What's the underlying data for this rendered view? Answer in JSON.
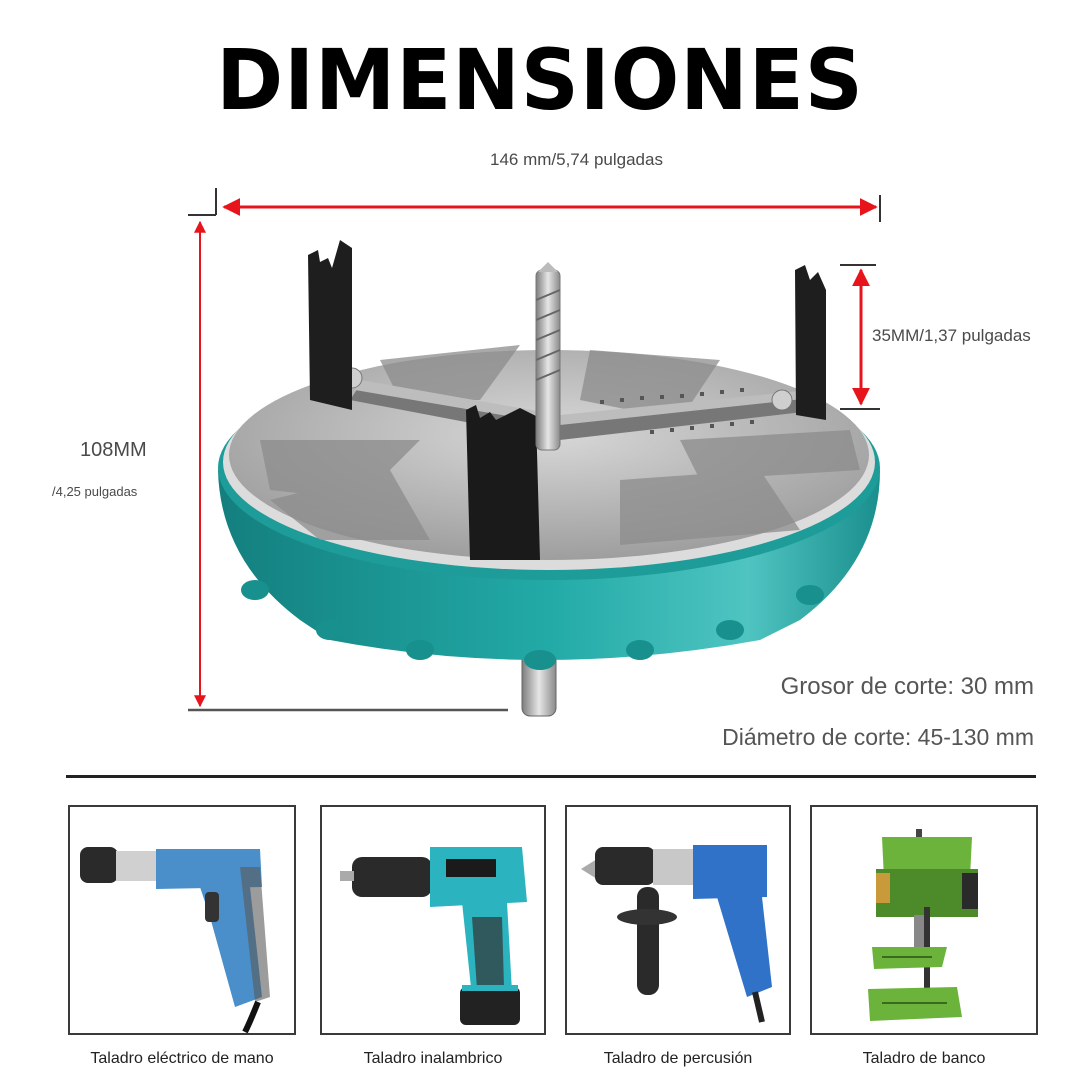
{
  "title": "DIMENSIONES",
  "dimensions": {
    "width_label": "146 mm/5,74 pulgadas",
    "height_label_mm": "108MM",
    "height_label_in": "/4,25 pulgadas",
    "blade_label": "35MM/1,37 pulgadas"
  },
  "specs": {
    "cut_thickness": "Grosor de corte: 30 mm",
    "cut_diameter": "Diámetro de corte: 45-130 mm"
  },
  "compatible_tools": [
    {
      "label": "Taladro eléctrico de mano",
      "icon": "corded-drill-icon"
    },
    {
      "label": "Taladro inalambrico",
      "icon": "cordless-drill-icon"
    },
    {
      "label": "Taladro de percusión",
      "icon": "hammer-drill-icon"
    },
    {
      "label": "Taladro de banco",
      "icon": "drill-press-icon"
    }
  ],
  "colors": {
    "arrow": "#e8141c",
    "teal_body": "#1a9a98",
    "metal": "#b5b5b5",
    "blade": "#1e1e1e",
    "corded_drill": "#4a8fc9",
    "cordless_drill": "#2bb3bf",
    "hammer_drill": "#2f72c8",
    "drill_press": "#6bb33a"
  }
}
